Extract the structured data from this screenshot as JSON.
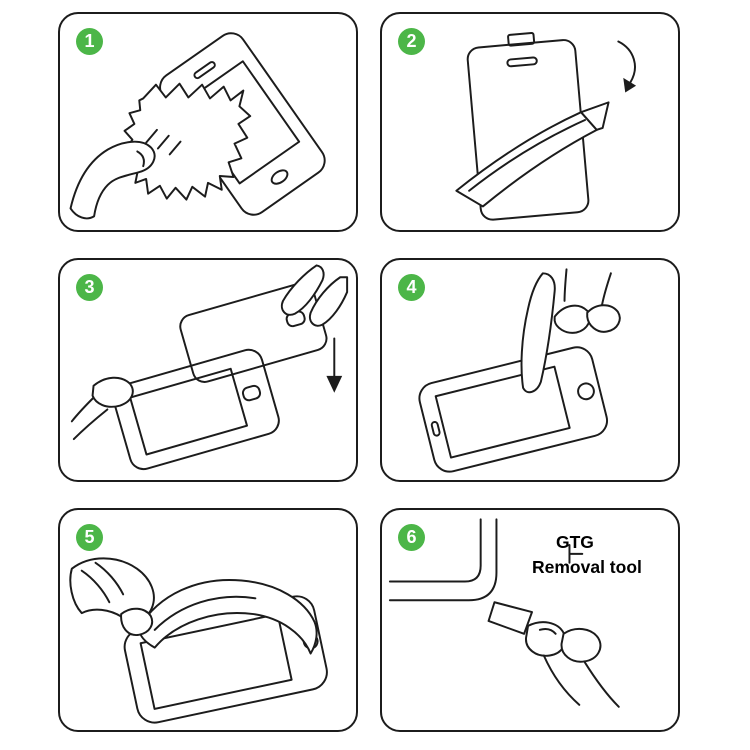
{
  "colors": {
    "background": "#ffffff",
    "line": "#1c1c1c",
    "accent_green": "#4cb648",
    "step_number_text": "#ffffff"
  },
  "panels": [
    {
      "number": "1",
      "illustration": "wipe-screen-with-cloth"
    },
    {
      "number": "2",
      "illustration": "peel-backing-film-off-glass"
    },
    {
      "number": "3",
      "illustration": "align-glass-and-lower-onto-screen"
    },
    {
      "number": "4",
      "illustration": "press-center-of-glass"
    },
    {
      "number": "5",
      "illustration": "smooth-film-application"
    },
    {
      "number": "6",
      "illustration": "lift-edge-with-removal-tool",
      "label": {
        "line1": "GTG",
        "line2": "Removal tool"
      }
    }
  ]
}
